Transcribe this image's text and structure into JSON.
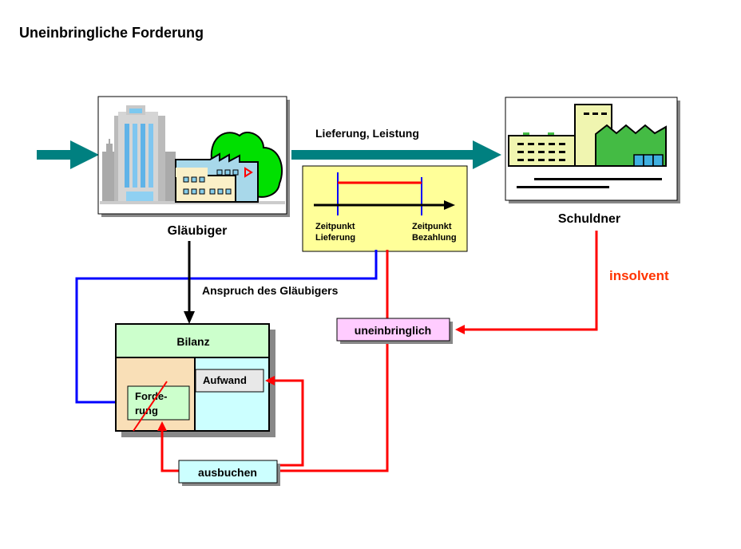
{
  "title": "Uneinbringliche Forderung",
  "creditor": {
    "label": "Gläubiger",
    "icon": "office-building-icon"
  },
  "debtor": {
    "label": "Schuldner",
    "icon": "factory-icon"
  },
  "delivery_arrow": {
    "label": "Lieferung, Leistung"
  },
  "timeline": {
    "left_label_line1": "Zeitpunkt",
    "left_label_line2": "Lieferung",
    "right_label_line1": "Zeitpunkt",
    "right_label_line2": "Bezahlung"
  },
  "claim_label": "Anspruch des Gläubigers",
  "status_label": "insolvent",
  "uncollectible_box": "uneinbringlich",
  "balance_sheet": {
    "title": "Bilanz",
    "asset_item_line1": "Forde-",
    "asset_item_line2": "rung",
    "expense_item": "Aufwand"
  },
  "write_off_box": "ausbuchen",
  "colors": {
    "teal_arrow": "#008080",
    "red_flow": "#ff0000",
    "blue_flow": "#0000ff",
    "insolvent_text": "#ff3300",
    "timeline_bg": "#ffff99",
    "bilanz_header": "#ccffcc",
    "asset_side": "#f9dfb7",
    "liability_side": "#ccffff",
    "forderung_box": "#ccffcc",
    "aufwand_box": "#e8e8e8",
    "uneinbringlich_box": "#ffccff",
    "ausbuchen_box": "#ccffff"
  }
}
